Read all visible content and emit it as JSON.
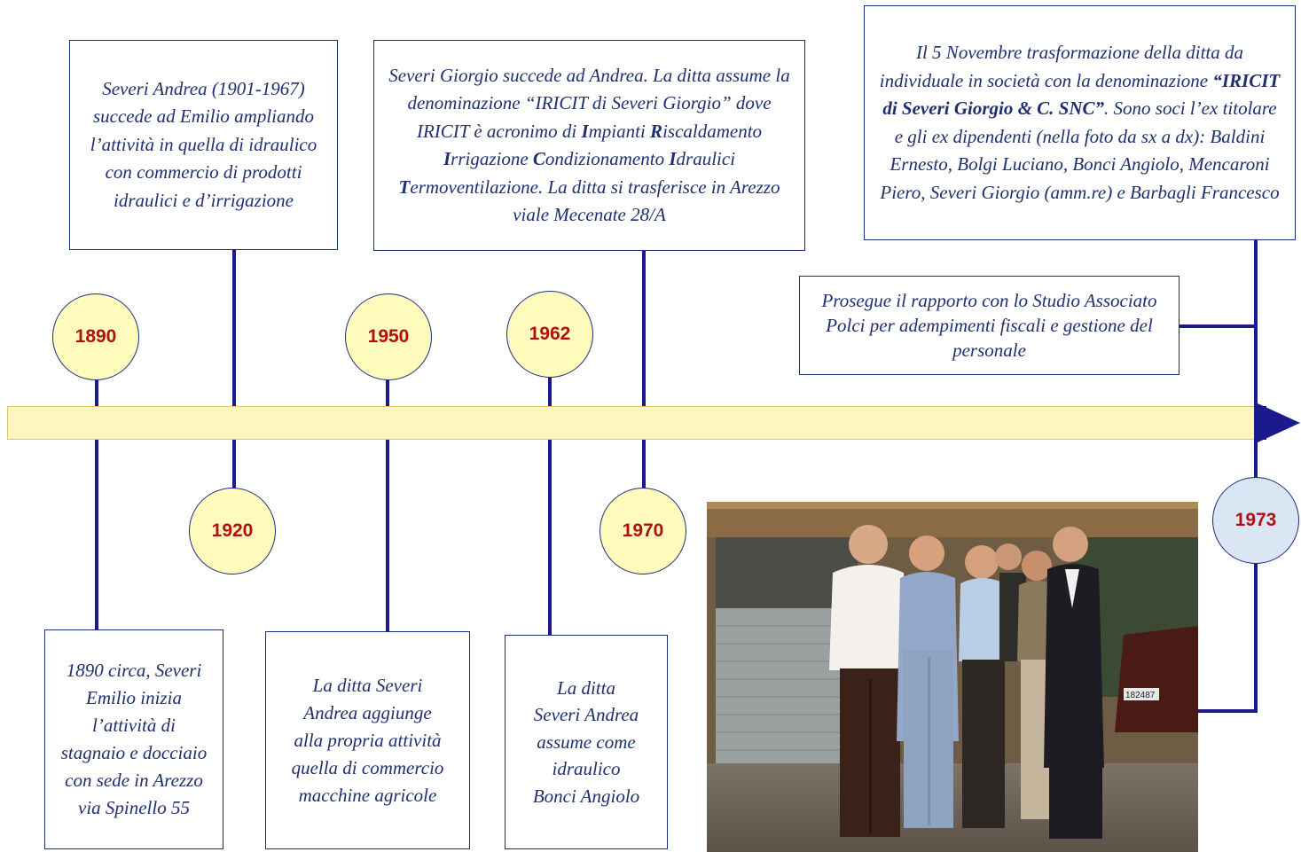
{
  "timeline": {
    "years": {
      "y1890": "1890",
      "y1920": "1920",
      "y1950": "1950",
      "y1962": "1962",
      "y1970": "1970",
      "y1973": "1973"
    },
    "events": {
      "e1890": [
        "1890 circa, Severi Emilio inizia l’attività di stagnaio e docciaio con sede in Arezzo via Spinello 55"
      ],
      "e1920": [
        "Severi Andrea (1901-1967) succede ad Emilio ampliando l’attività in quella di idraulico con commercio di prodotti idraulici e d’irrigazione"
      ],
      "e1950": [
        "La ditta Severi Andrea aggiunge alla propria attività quella di commercio macchine agricole"
      ],
      "e1962": [
        "La ditta Severi Andrea assume come idraulico Bonci Angiolo"
      ],
      "e1970": {
        "t1": "Severi Giorgio succede ad Andrea. La ditta assume la denominazione “IRICIT di Severi Giorgio” dove IRICIT è acronimo di ",
        "b1": "I",
        "t2": "mpianti ",
        "b2": "R",
        "t3": "iscaldamento ",
        "b3": "I",
        "t4": "rrigazione ",
        "b4": "C",
        "t5": "ondizionamento ",
        "b5": "I",
        "t6": "draulici ",
        "b6": "T",
        "t7": "ermoventilazione. La ditta si trasferisce in Arezzo viale Mecenate 28/A"
      },
      "e1973": {
        "t1": "Il 5 Novembre trasformazione della ditta da individuale in società con la denominazione ",
        "b1": "“IRICIT di Severi Giorgio & C. SNC”",
        "t2": ". Sono soci l’ex titolare e gli ex dipendenti (nella foto da sx a dx): Baldini Ernesto, Bolgi Luciano, Bonci Angiolo, Mencaroni Piero, Severi Giorgio (amm.re) e Barbagli Francesco"
      },
      "e1973b": "Prosegue il rapporto con lo Studio Associato Polci per adempimenti fiscali e gestione del personale"
    },
    "photo_plate": "182487"
  },
  "colors": {
    "line": "#1a1a8c",
    "text": "#1f2f6f",
    "year": "#b01010",
    "circle_fill": "#fffbbd",
    "bar_fill": "#fff5c0"
  }
}
